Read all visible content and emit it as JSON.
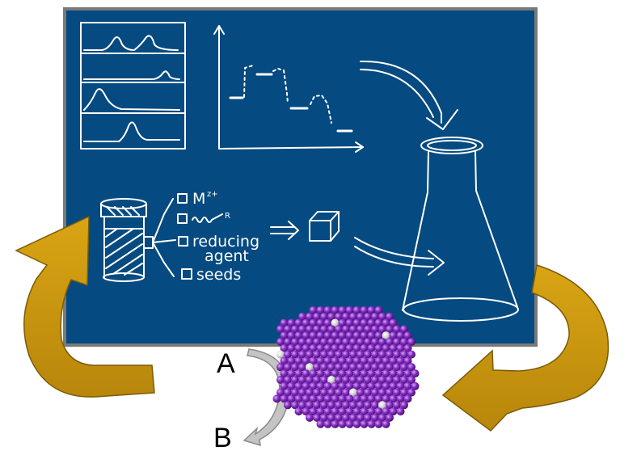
{
  "checklist": {
    "item1": "M",
    "item1_sup": "z+",
    "item2_sup": "R",
    "item3_line1": "reducing",
    "item3_line2": "agent",
    "item4": "seeds"
  },
  "labels": {
    "a": "A",
    "b": "B"
  },
  "colors": {
    "board": "#054a80",
    "board_border": "#7a7a7a",
    "chalk": "#ffffff",
    "cycle_arrow": "#c8950a",
    "atom_main": "#8a2fc9",
    "atom_dopant": "#e6e6e6",
    "process_arrow": "#b8b8b8"
  }
}
